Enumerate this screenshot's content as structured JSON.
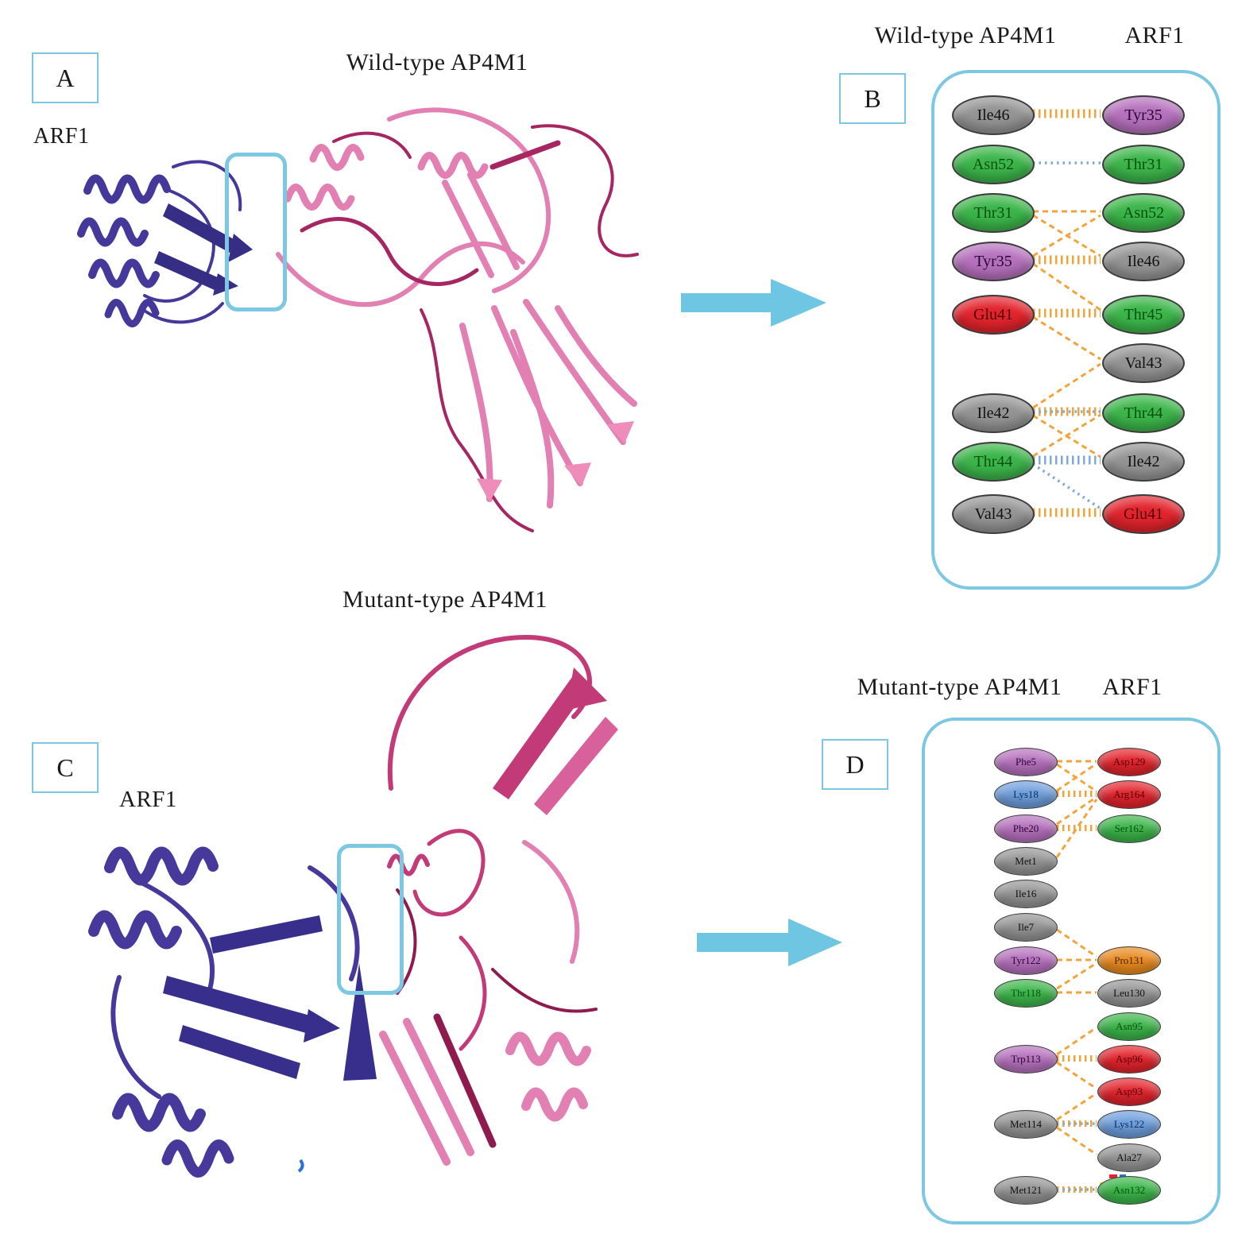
{
  "colors": {
    "accent": "#7cc7e2",
    "arrow": "#6fc6e2",
    "bond_orange": "#f2a43c",
    "bond_blue": "#7fa9da"
  },
  "panel_a": {
    "letter": "A",
    "title": "Wild-type AP4M1",
    "arf1": "ARF1"
  },
  "panel_b": {
    "letter": "B",
    "header_left": "Wild-type AP4M1",
    "header_right": "ARF1",
    "left_nodes": [
      {
        "label": "Ile46",
        "bg": "#949494",
        "fg": "#101010"
      },
      {
        "label": "Asn52",
        "bg": "#3cb54a",
        "fg": "#06500f"
      },
      {
        "label": "Thr31",
        "bg": "#3cb54a",
        "fg": "#06500f"
      },
      {
        "label": "Tyr35",
        "bg": "#b671bd",
        "fg": "#27082e"
      },
      {
        "label": "Glu41",
        "bg": "#e2242d",
        "fg": "#50050a"
      },
      {
        "label": "Ile42",
        "bg": "#949494",
        "fg": "#101010"
      },
      {
        "label": "Thr44",
        "bg": "#3cb54a",
        "fg": "#06500f"
      },
      {
        "label": "Val43",
        "bg": "#949494",
        "fg": "#101010"
      }
    ],
    "right_nodes": [
      {
        "label": "Tyr35",
        "bg": "#b671bd",
        "fg": "#27082e"
      },
      {
        "label": "Thr31",
        "bg": "#3cb54a",
        "fg": "#06500f"
      },
      {
        "label": "Asn52",
        "bg": "#3cb54a",
        "fg": "#06500f"
      },
      {
        "label": "Ile46",
        "bg": "#949494",
        "fg": "#101010"
      },
      {
        "label": "Thr45",
        "bg": "#3cb54a",
        "fg": "#06500f"
      },
      {
        "label": "Val43",
        "bg": "#949494",
        "fg": "#101010"
      },
      {
        "label": "Thr44",
        "bg": "#3cb54a",
        "fg": "#06500f"
      },
      {
        "label": "Ile42",
        "bg": "#949494",
        "fg": "#101010"
      },
      {
        "label": "Glu41",
        "bg": "#e2242d",
        "fg": "#50050a"
      }
    ]
  },
  "panel_c": {
    "letter": "C",
    "title": "Mutant-type AP4M1",
    "arf1": "ARF1"
  },
  "panel_d": {
    "letter": "D",
    "header_left": "Mutant-type AP4M1",
    "header_right": "ARF1",
    "left_nodes": [
      {
        "label": "Phe5",
        "bg": "#b671bd",
        "fg": "#27082e"
      },
      {
        "label": "Lys18",
        "bg": "#6e9edc",
        "fg": "#0a2d5e"
      },
      {
        "label": "Phe20",
        "bg": "#b671bd",
        "fg": "#27082e"
      },
      {
        "label": "Met1",
        "bg": "#949494",
        "fg": "#101010"
      },
      {
        "label": "Ile16",
        "bg": "#949494",
        "fg": "#101010"
      },
      {
        "label": "Ile7",
        "bg": "#949494",
        "fg": "#101010"
      },
      {
        "label": "Tyr122",
        "bg": "#b671bd",
        "fg": "#27082e"
      },
      {
        "label": "Thr118",
        "bg": "#3cb54a",
        "fg": "#06500f"
      },
      {
        "label": "Trp113",
        "bg": "#b671bd",
        "fg": "#27082e"
      },
      {
        "label": "Met114",
        "bg": "#949494",
        "fg": "#101010"
      },
      {
        "label": "Met121",
        "bg": "#949494",
        "fg": "#101010"
      }
    ],
    "right_nodes": [
      {
        "label": "Asp129",
        "bg": "#e2242d",
        "fg": "#50050a"
      },
      {
        "label": "Arg164",
        "bg": "#e2242d",
        "fg": "#50050a"
      },
      {
        "label": "Ser162",
        "bg": "#3cb54a",
        "fg": "#06500f"
      },
      {
        "label": "Pro131",
        "bg": "#e98a1f",
        "fg": "#45260a"
      },
      {
        "label": "Leu130",
        "bg": "#949494",
        "fg": "#101010"
      },
      {
        "label": "Asn95",
        "bg": "#3cb54a",
        "fg": "#06500f"
      },
      {
        "label": "Asp96",
        "bg": "#e2242d",
        "fg": "#50050a"
      },
      {
        "label": "Asp93",
        "bg": "#e2242d",
        "fg": "#50050a"
      },
      {
        "label": "Lys122",
        "bg": "#6e9edc",
        "fg": "#0a2d5e"
      },
      {
        "label": "Ala27",
        "bg": "#949494",
        "fg": "#101010"
      },
      {
        "label": "Asn132",
        "bg": "#3cb54a",
        "fg": "#06500f"
      }
    ]
  }
}
